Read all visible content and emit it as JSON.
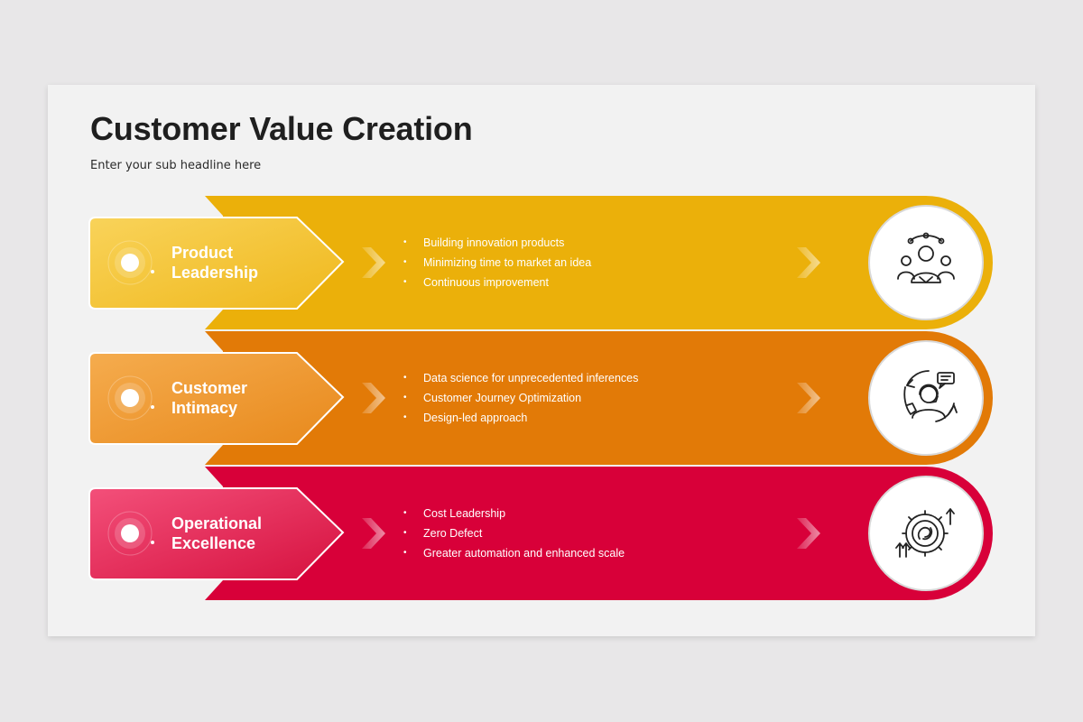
{
  "header": {
    "title": "Customer Value Creation",
    "subtitle": "Enter your sub headline here"
  },
  "rows": [
    {
      "label_line1": "Product",
      "label_line2": "Leadership",
      "bullets": [
        "Building innovation products",
        "Minimizing time to market an idea",
        "Continuous improvement"
      ],
      "band_color": "#ebb00a",
      "label_color_light": "#f9d35a",
      "label_color_dark": "#efb81c",
      "icon": "team-leader-icon"
    },
    {
      "label_line1": "Customer",
      "label_line2": "Intimacy",
      "bullets": [
        "Data science for unprecedented inferences",
        "Customer Journey Optimization",
        "Design-led approach"
      ],
      "band_color": "#e27a07",
      "label_color_light": "#f5ac4e",
      "label_color_dark": "#e8891c",
      "icon": "customer-support-icon"
    },
    {
      "label_line1": "Operational",
      "label_line2": "Excellence",
      "bullets": [
        "Cost Leadership",
        "Zero Defect",
        "Greater automation and enhanced scale"
      ],
      "band_color": "#d80039",
      "label_color_light": "#f3507a",
      "label_color_dark": "#d6113f",
      "icon": "gear-process-icon"
    }
  ]
}
